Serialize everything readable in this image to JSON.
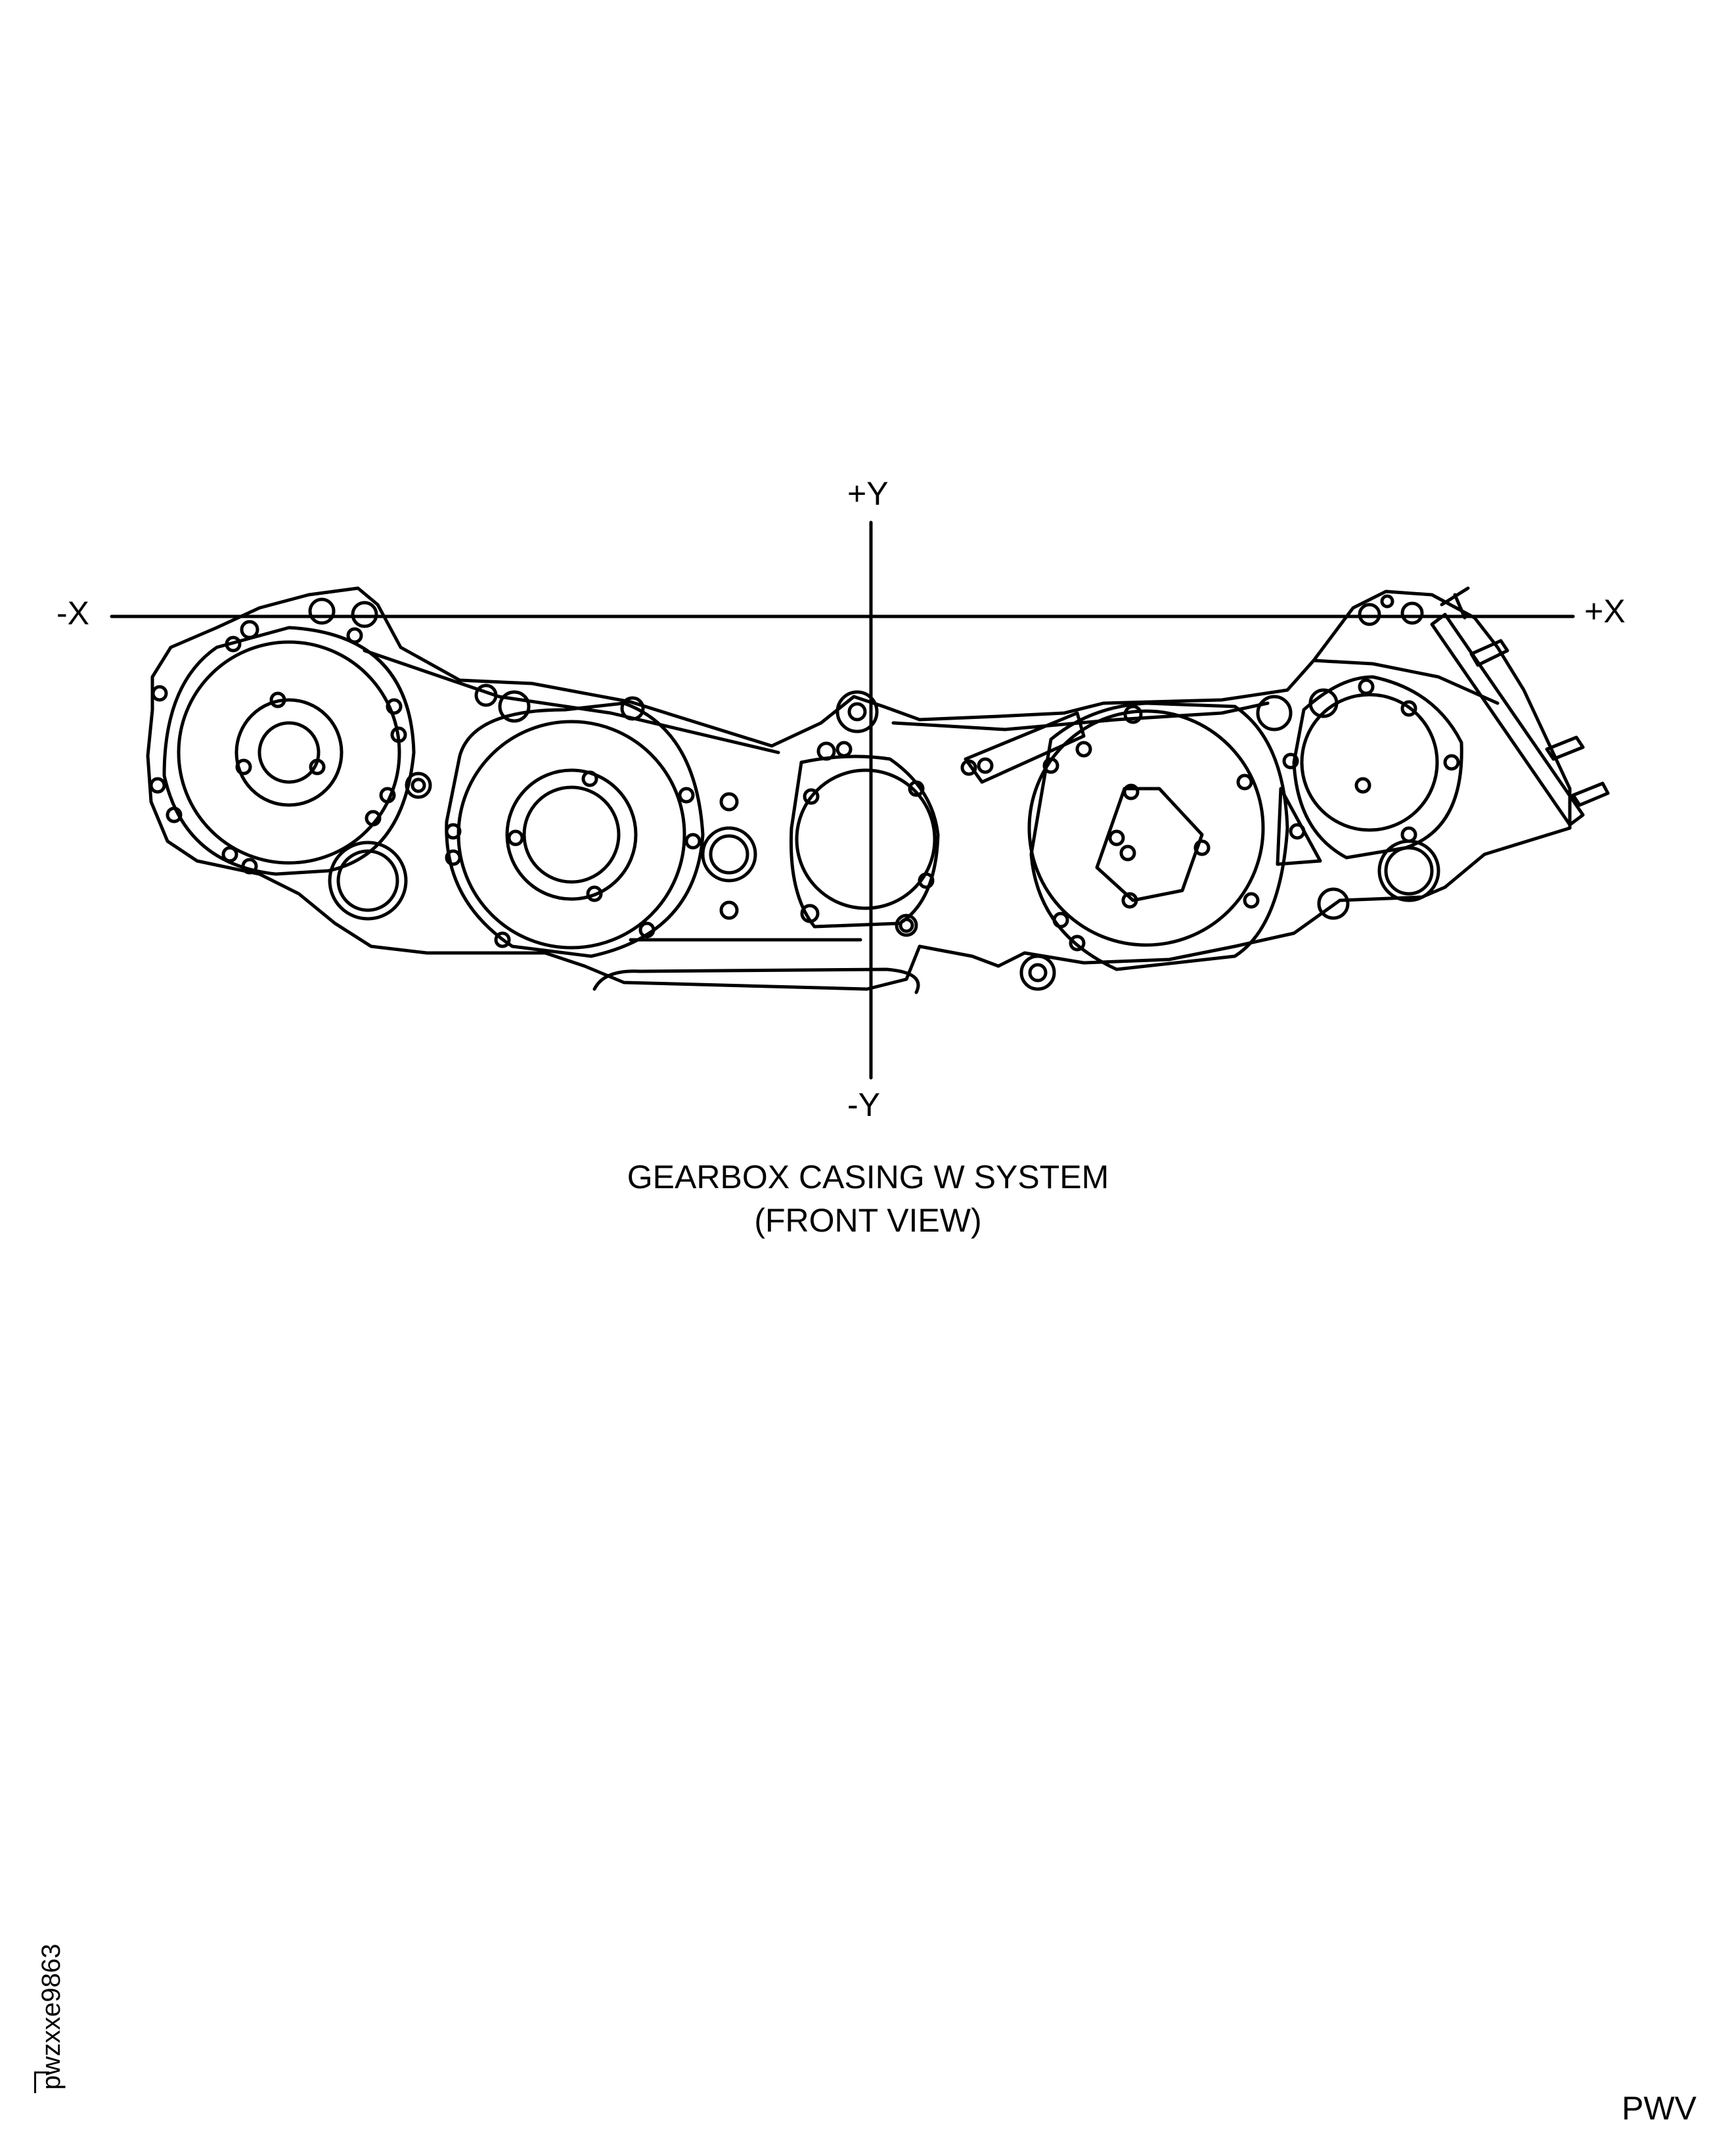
{
  "axes": {
    "plus_y": "+Y",
    "minus_y": "-Y",
    "minus_x": "-X",
    "plus_x": "+X"
  },
  "caption": {
    "line1": "GEARBOX CASING W SYSTEM",
    "line2": "(FRONT VIEW)"
  },
  "document_id": "pwzxxe9863",
  "footer_code": "PWV",
  "colors": {
    "line": "#000000",
    "background": "#ffffff"
  }
}
